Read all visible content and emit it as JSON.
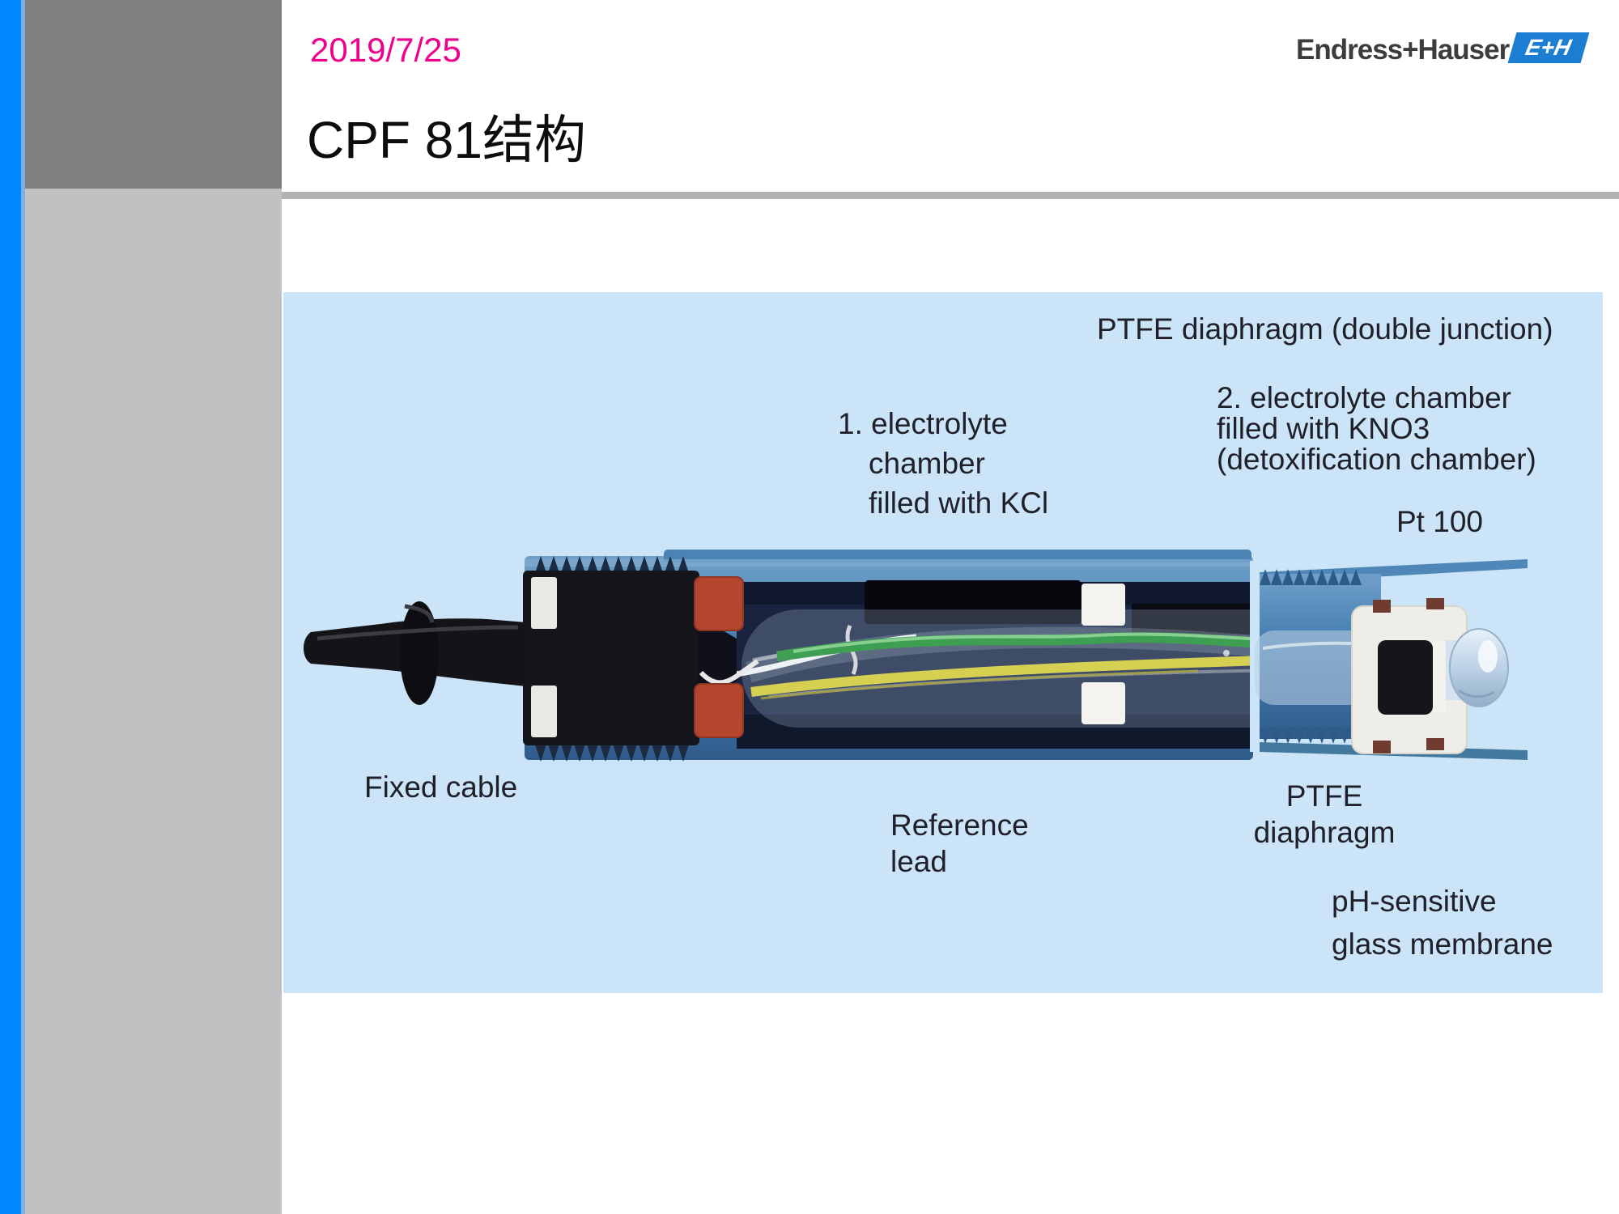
{
  "slide": {
    "date": "2019/7/25",
    "title": "CPF 81结构",
    "brand": {
      "wordmark": "Endress+Hauser",
      "monogram": "E+H"
    }
  },
  "diagram": {
    "labels": {
      "ptfe_double_junction": "PTFE diaphragm (double junction)",
      "chamber1_line1": "1. electrolyte",
      "chamber1_line2": "chamber",
      "chamber1_line3": "filled with KCl",
      "chamber2_line1": "2. electrolyte chamber",
      "chamber2_line2": "filled with KNO3",
      "chamber2_line3": "(detoxification chamber)",
      "pt100": "Pt 100",
      "fixed_cable": "Fixed cable",
      "reference_line1": "Reference",
      "reference_line2": "lead",
      "ptfe_line1": "PTFE",
      "ptfe_line2": "diaphragm",
      "ph_line1": "pH-sensitive",
      "ph_line2": "glass membrane"
    },
    "colors": {
      "accent_pink": "#EC008C",
      "logo_blue": "#1B7ED3",
      "edge_stripe_blue": "#0087FE",
      "sidebar_gray": "#C1C1C4",
      "header_block_gray": "#7F7F7F",
      "panel_blue": "#CBE4F7",
      "sensor_body_blue": "#4B83B4",
      "electrolyte_ring_red": "#B5462E",
      "label_text": "#20202A"
    }
  }
}
